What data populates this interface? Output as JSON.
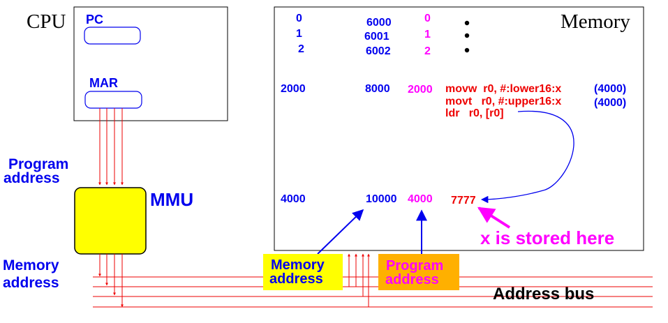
{
  "cpu": {
    "title": "CPU",
    "pc_label": "PC",
    "mar_label": "MAR"
  },
  "memory": {
    "title": "Memory",
    "rows_top": [
      {
        "program": "0",
        "physical": "6000",
        "offset": "0"
      },
      {
        "program": "1",
        "physical": "6001",
        "offset": "1"
      },
      {
        "program": "2",
        "physical": "6002",
        "offset": "2"
      }
    ],
    "row_2000": {
      "program": "2000",
      "physical": "8000",
      "offset": "2000"
    },
    "instructions": [
      {
        "text": "movw  r0, #:lower16:x",
        "comment": "(4000)"
      },
      {
        "text": "movt   r0, #:upper16:x",
        "comment": "(4000)"
      },
      {
        "text": "ldr   r0, [r0]",
        "comment": ""
      }
    ],
    "row_4000": {
      "program": "4000",
      "physical": "10000",
      "offset": "4000",
      "value": "7777"
    },
    "stored_note": "x is stored here"
  },
  "mmu": {
    "label": "MMU"
  },
  "labels": {
    "program_address_left_1": "Program",
    "program_address_left_2": "address",
    "memory_address_left_1": "Memory",
    "memory_address_left_2": "address",
    "memory_address_box_1": "Memory",
    "memory_address_box_2": "address",
    "program_address_box_1": "Program",
    "program_address_box_2": "address",
    "address_bus": "Address bus"
  },
  "colors": {
    "blue": "#0000ee",
    "red": "#ee0000",
    "magenta": "#ff00ff",
    "yellow_mmu": "#ffff00",
    "highlight_yellow": "#ffff00",
    "highlight_orange": "#ffb000",
    "black": "#000000"
  }
}
